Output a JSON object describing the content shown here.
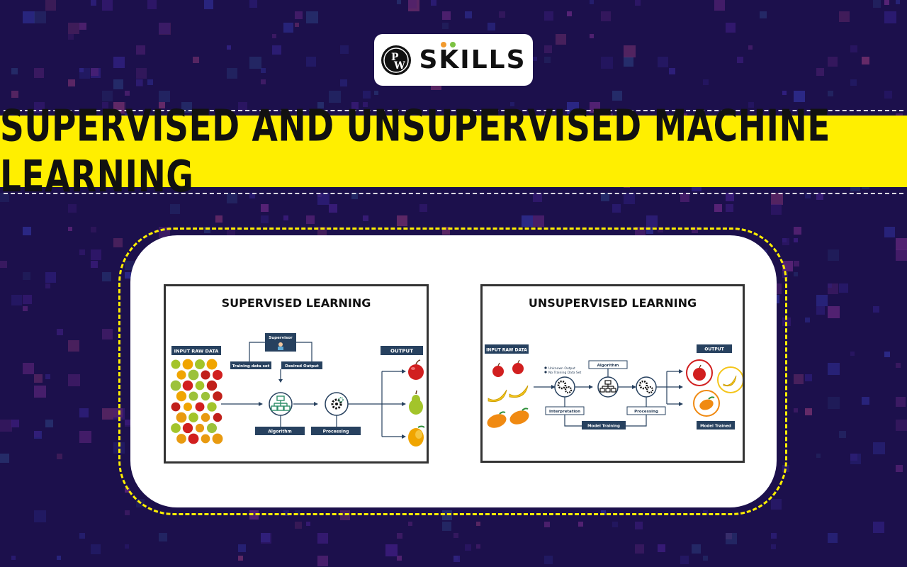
{
  "logo": {
    "text": "SKILLS",
    "mark": "PW"
  },
  "banner": {
    "title": "SUPERVISED AND UNSUPERVISED MACHINE LEARNING"
  },
  "supervised": {
    "title": "SUPERVISED LEARNING",
    "input_label": "INPUT RAW DATA",
    "supervisor_label": "Supervisor",
    "training_label": "Training data set",
    "desired_label": "Desired Output",
    "algorithm_label": "Algorithm",
    "processing_label": "Processing",
    "output_label": "OUTPUT"
  },
  "unsupervised": {
    "title": "UNSUPERVISED LEARNING",
    "input_label": "INPUT RAW DATA",
    "unknown_output": "Unknown Output",
    "no_training": "No Training Data Set",
    "interpretation_label": "Interpretation",
    "algorithm_label": "Algorithm",
    "processing_label": "Processing",
    "model_training_label": "Model Training",
    "output_label": "OUTPUT",
    "model_trained_label": "Model Trained"
  },
  "colors": {
    "background": "#1b0f4a",
    "banner": "#ffef00",
    "label_navy": "#27415f",
    "accent_green": "#2f8f6a"
  }
}
